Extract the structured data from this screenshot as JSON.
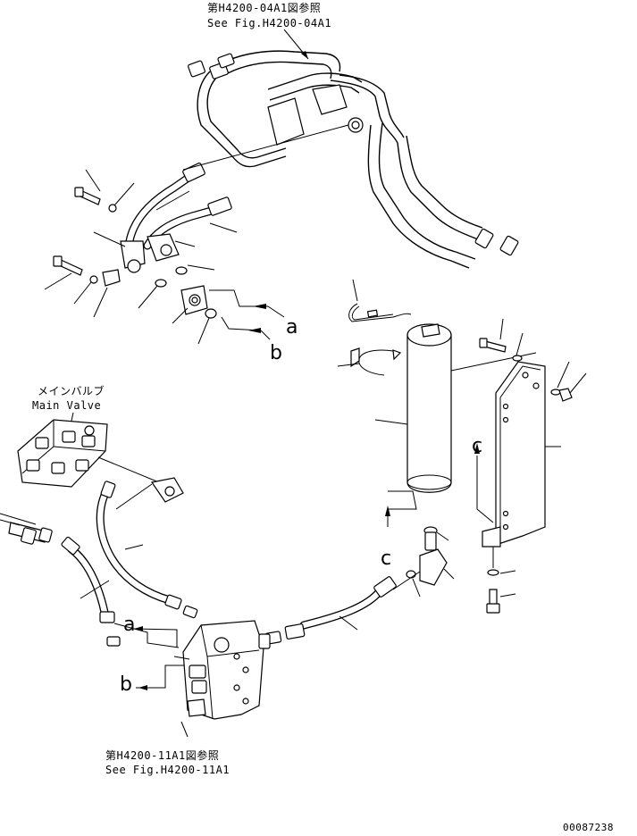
{
  "references": {
    "top_jp": "第H4200-04A1図参照",
    "top_en": "See Fig.H4200-04A1",
    "bottom_jp": "第H4200-11A1図参照",
    "bottom_en": "See Fig.H4200-11A1"
  },
  "main_valve": {
    "jp": "メインバルブ",
    "en": "Main Valve"
  },
  "flow_labels": {
    "a_upper": "a",
    "b_upper": "b",
    "c_left": "c",
    "c_right": "c",
    "a_lower": "a",
    "b_lower": "b"
  },
  "drawing_number": "00087238"
}
